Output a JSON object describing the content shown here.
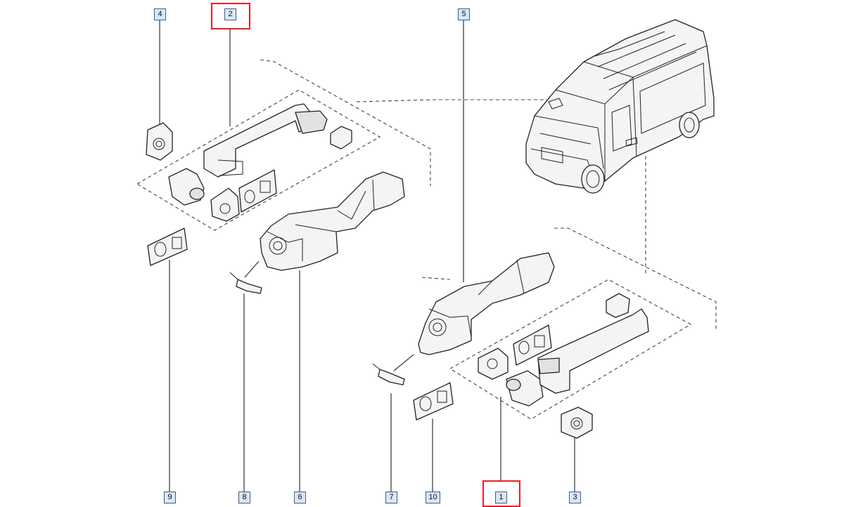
{
  "callouts": [
    {
      "id": "callout-4",
      "label": "4",
      "highlighted": false
    },
    {
      "id": "callout-2",
      "label": "2",
      "highlighted": true
    },
    {
      "id": "callout-5",
      "label": "5",
      "highlighted": false
    },
    {
      "id": "callout-9",
      "label": "9",
      "highlighted": false
    },
    {
      "id": "callout-8",
      "label": "8",
      "highlighted": false
    },
    {
      "id": "callout-6",
      "label": "6",
      "highlighted": false
    },
    {
      "id": "callout-7",
      "label": "7",
      "highlighted": false
    },
    {
      "id": "callout-10",
      "label": "10",
      "highlighted": false
    },
    {
      "id": "callout-1",
      "label": "1",
      "highlighted": true
    },
    {
      "id": "callout-3",
      "label": "3",
      "highlighted": false
    }
  ],
  "colors": {
    "highlight": "#e8202a",
    "callout_fill": "#dbe6f3",
    "callout_border": "#3a5f8f",
    "line": "#222222"
  }
}
